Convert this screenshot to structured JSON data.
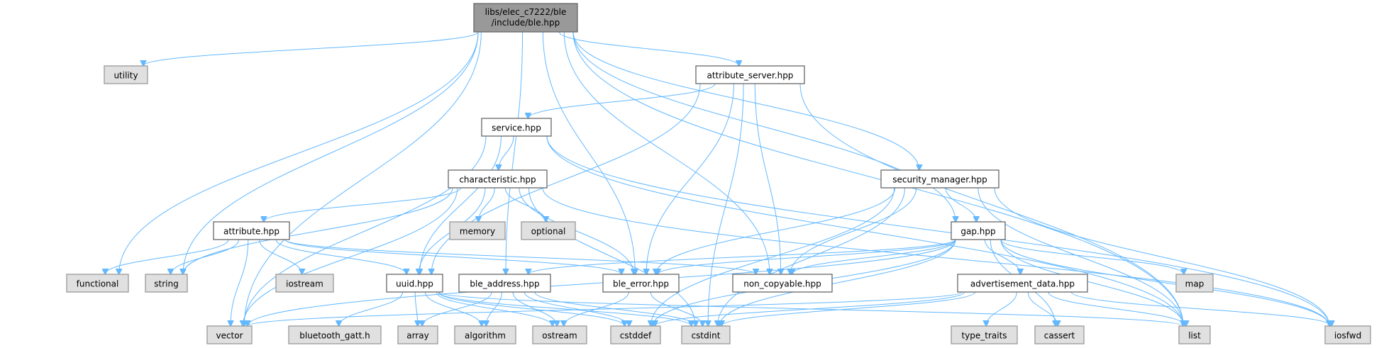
{
  "graph": {
    "root": {
      "id": "ble",
      "label_lines": [
        "libs/elec_c7222/ble",
        "/include/ble.hpp"
      ]
    },
    "nodes": [
      {
        "id": "utility",
        "label": "utility",
        "kind": "sys"
      },
      {
        "id": "attribute_server",
        "label": "attribute_server.hpp",
        "kind": "local"
      },
      {
        "id": "service",
        "label": "service.hpp",
        "kind": "local"
      },
      {
        "id": "characteristic",
        "label": "characteristic.hpp",
        "kind": "local"
      },
      {
        "id": "security_manager",
        "label": "security_manager.hpp",
        "kind": "local"
      },
      {
        "id": "attribute",
        "label": "attribute.hpp",
        "kind": "local"
      },
      {
        "id": "memory",
        "label": "memory",
        "kind": "sys"
      },
      {
        "id": "optional",
        "label": "optional",
        "kind": "sys"
      },
      {
        "id": "gap",
        "label": "gap.hpp",
        "kind": "local"
      },
      {
        "id": "functional",
        "label": "functional",
        "kind": "sys"
      },
      {
        "id": "string",
        "label": "string",
        "kind": "sys"
      },
      {
        "id": "iostream",
        "label": "iostream",
        "kind": "sys"
      },
      {
        "id": "uuid",
        "label": "uuid.hpp",
        "kind": "local"
      },
      {
        "id": "ble_address",
        "label": "ble_address.hpp",
        "kind": "local"
      },
      {
        "id": "ble_error",
        "label": "ble_error.hpp",
        "kind": "local"
      },
      {
        "id": "non_copyable",
        "label": "non_copyable.hpp",
        "kind": "local"
      },
      {
        "id": "advertisement_data",
        "label": "advertisement_data.hpp",
        "kind": "local"
      },
      {
        "id": "map",
        "label": "map",
        "kind": "sys"
      },
      {
        "id": "vector",
        "label": "vector",
        "kind": "sys"
      },
      {
        "id": "bluetooth_gatt",
        "label": "bluetooth_gatt.h",
        "kind": "sys"
      },
      {
        "id": "array",
        "label": "array",
        "kind": "sys"
      },
      {
        "id": "algorithm",
        "label": "algorithm",
        "kind": "sys"
      },
      {
        "id": "ostream",
        "label": "ostream",
        "kind": "sys"
      },
      {
        "id": "cstddef",
        "label": "cstddef",
        "kind": "sys"
      },
      {
        "id": "cstdint",
        "label": "cstdint",
        "kind": "sys"
      },
      {
        "id": "type_traits",
        "label": "type_traits",
        "kind": "sys"
      },
      {
        "id": "cassert",
        "label": "cassert",
        "kind": "sys"
      },
      {
        "id": "list",
        "label": "list",
        "kind": "sys"
      },
      {
        "id": "iosfwd",
        "label": "iosfwd",
        "kind": "sys"
      }
    ],
    "edges": [
      [
        "ble",
        "utility"
      ],
      [
        "ble",
        "functional"
      ],
      [
        "ble",
        "string"
      ],
      [
        "ble",
        "vector"
      ],
      [
        "ble",
        "ble_address"
      ],
      [
        "ble",
        "ble_error"
      ],
      [
        "ble",
        "attribute_server"
      ],
      [
        "ble",
        "non_copyable"
      ],
      [
        "ble",
        "security_manager"
      ],
      [
        "ble",
        "gap"
      ],
      [
        "ble",
        "list"
      ],
      [
        "attribute_server",
        "service"
      ],
      [
        "attribute_server",
        "uuid"
      ],
      [
        "attribute_server",
        "ble_error"
      ],
      [
        "attribute_server",
        "non_copyable"
      ],
      [
        "attribute_server",
        "cstdint"
      ],
      [
        "attribute_server",
        "list"
      ],
      [
        "service",
        "characteristic"
      ],
      [
        "service",
        "uuid"
      ],
      [
        "service",
        "vector"
      ],
      [
        "service",
        "list"
      ],
      [
        "service",
        "iosfwd"
      ],
      [
        "characteristic",
        "attribute"
      ],
      [
        "characteristic",
        "memory"
      ],
      [
        "characteristic",
        "optional"
      ],
      [
        "characteristic",
        "uuid"
      ],
      [
        "characteristic",
        "ble_error"
      ],
      [
        "characteristic",
        "string"
      ],
      [
        "characteristic",
        "vector"
      ],
      [
        "characteristic",
        "iosfwd"
      ],
      [
        "characteristic",
        "cstdint"
      ],
      [
        "attribute",
        "functional"
      ],
      [
        "attribute",
        "string"
      ],
      [
        "attribute",
        "iostream"
      ],
      [
        "attribute",
        "vector"
      ],
      [
        "attribute",
        "uuid"
      ],
      [
        "attribute",
        "ble_error"
      ],
      [
        "attribute",
        "non_copyable"
      ],
      [
        "uuid",
        "bluetooth_gatt"
      ],
      [
        "uuid",
        "array"
      ],
      [
        "uuid",
        "algorithm"
      ],
      [
        "uuid",
        "ostream"
      ],
      [
        "uuid",
        "cstddef"
      ],
      [
        "uuid",
        "cstdint"
      ],
      [
        "uuid",
        "list"
      ],
      [
        "ble_address",
        "array"
      ],
      [
        "ble_address",
        "algorithm"
      ],
      [
        "ble_address",
        "ostream"
      ],
      [
        "ble_address",
        "cstddef"
      ],
      [
        "ble_address",
        "cstdint"
      ],
      [
        "ble_error",
        "ostream"
      ],
      [
        "ble_error",
        "cstdint"
      ],
      [
        "security_manager",
        "ble_error"
      ],
      [
        "security_manager",
        "non_copyable"
      ],
      [
        "security_manager",
        "gap"
      ],
      [
        "security_manager",
        "cstdint"
      ],
      [
        "security_manager",
        "cstddef"
      ],
      [
        "security_manager",
        "list"
      ],
      [
        "security_manager",
        "iosfwd"
      ],
      [
        "gap",
        "ble_address"
      ],
      [
        "gap",
        "ble_error"
      ],
      [
        "gap",
        "non_copyable"
      ],
      [
        "gap",
        "vector"
      ],
      [
        "gap",
        "advertisement_data"
      ],
      [
        "gap",
        "map"
      ],
      [
        "gap",
        "list"
      ],
      [
        "gap",
        "iosfwd"
      ],
      [
        "gap",
        "cassert"
      ],
      [
        "gap",
        "cstdint"
      ],
      [
        "gap",
        "cstddef"
      ],
      [
        "advertisement_data",
        "vector"
      ],
      [
        "advertisement_data",
        "cstddef"
      ],
      [
        "advertisement_data",
        "cstdint"
      ],
      [
        "advertisement_data",
        "type_traits"
      ],
      [
        "advertisement_data",
        "cassert"
      ],
      [
        "advertisement_data",
        "list"
      ],
      [
        "advertisement_data",
        "iosfwd"
      ]
    ],
    "colors": {
      "edge": "#63b8ff",
      "root_fill": "#999999",
      "sys_fill": "#e0e0e0",
      "local_fill": "#ffffff"
    }
  }
}
